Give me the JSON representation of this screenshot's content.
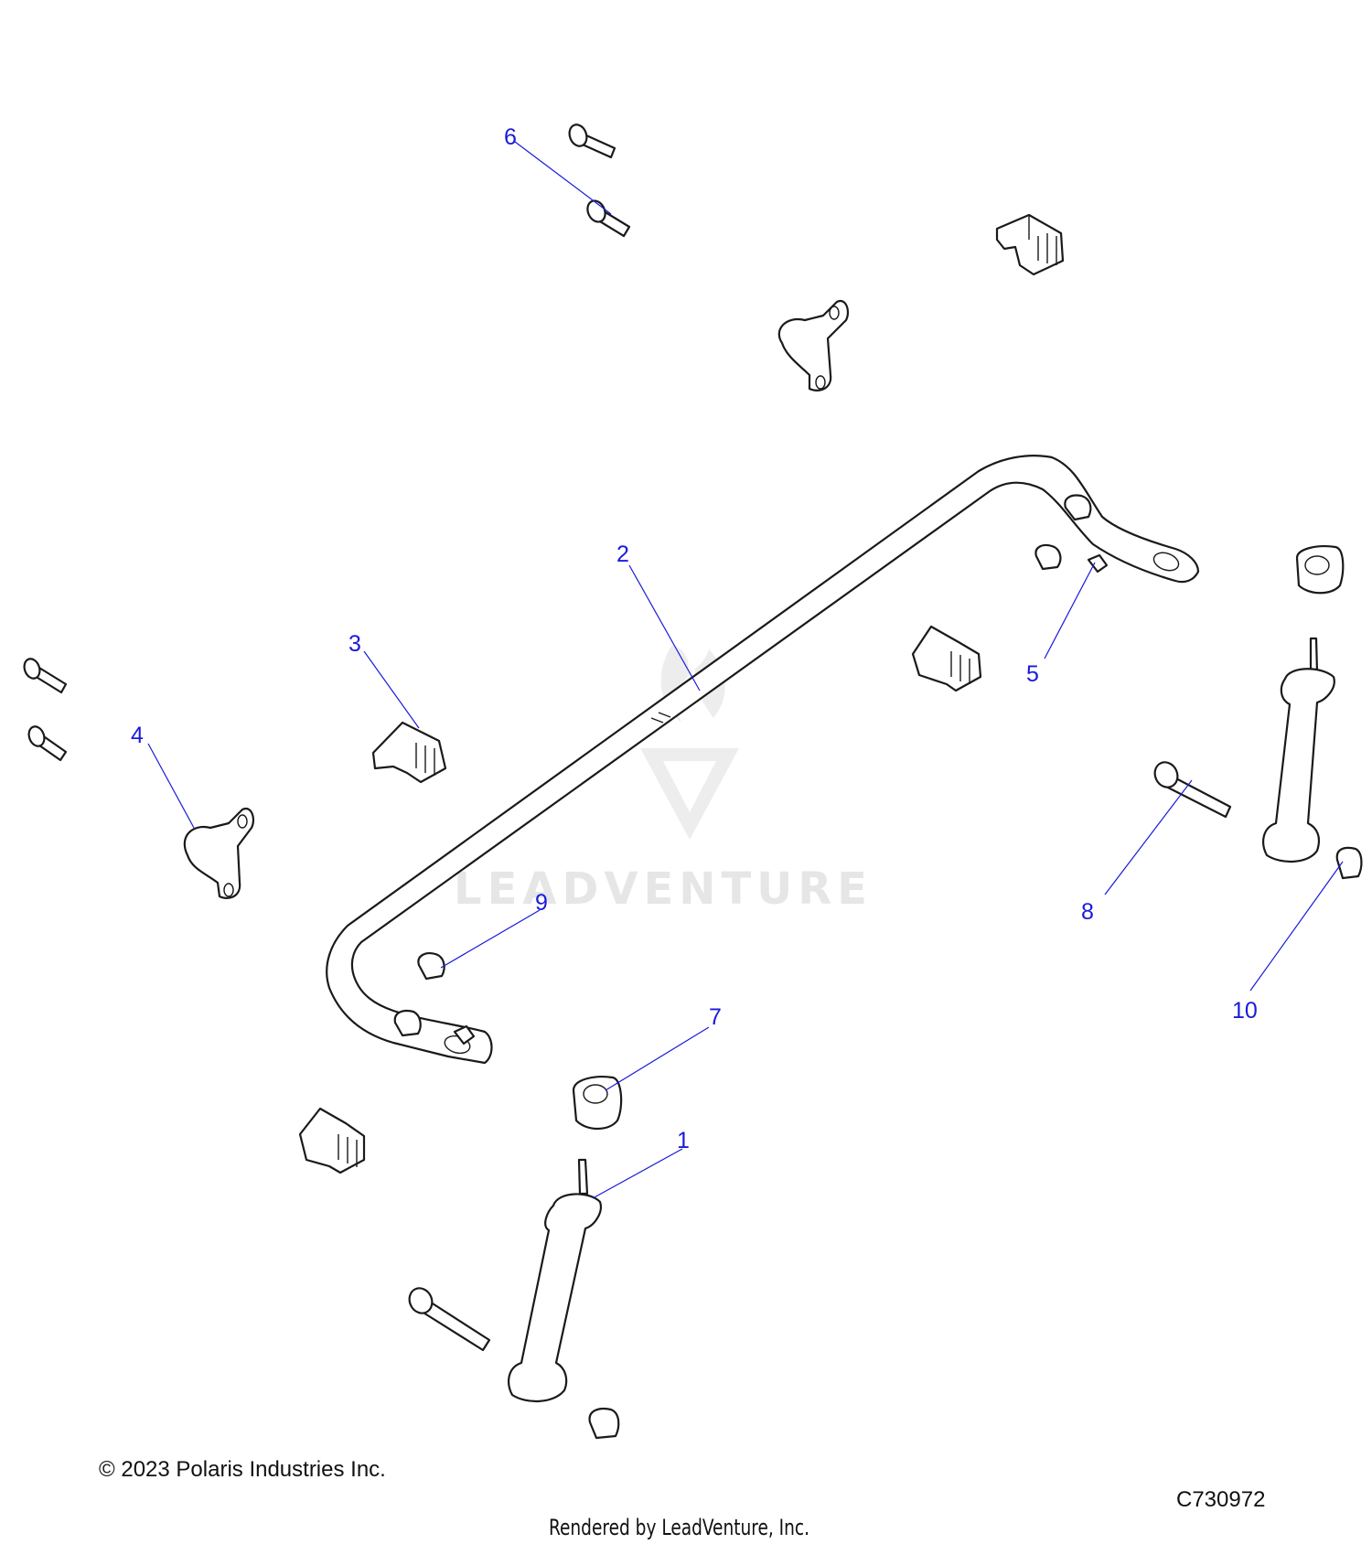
{
  "watermark": {
    "text": "LEADVENTURE"
  },
  "callouts": [
    {
      "id": "callout-1",
      "label": "1"
    },
    {
      "id": "callout-2",
      "label": "2"
    },
    {
      "id": "callout-3",
      "label": "3"
    },
    {
      "id": "callout-4",
      "label": "4"
    },
    {
      "id": "callout-5",
      "label": "5"
    },
    {
      "id": "callout-6",
      "label": "6"
    },
    {
      "id": "callout-7",
      "label": "7"
    },
    {
      "id": "callout-8",
      "label": "8"
    },
    {
      "id": "callout-9",
      "label": "9"
    },
    {
      "id": "callout-10",
      "label": "10"
    }
  ],
  "footer": {
    "copyright": "© 2023 Polaris Industries Inc.",
    "diagram_code": "C730972",
    "rendered_by": "Rendered by LeadVenture, Inc."
  },
  "colors": {
    "callout": "#1a1adb",
    "line": "#1a1a1a",
    "watermark": "#e6e6e6"
  }
}
